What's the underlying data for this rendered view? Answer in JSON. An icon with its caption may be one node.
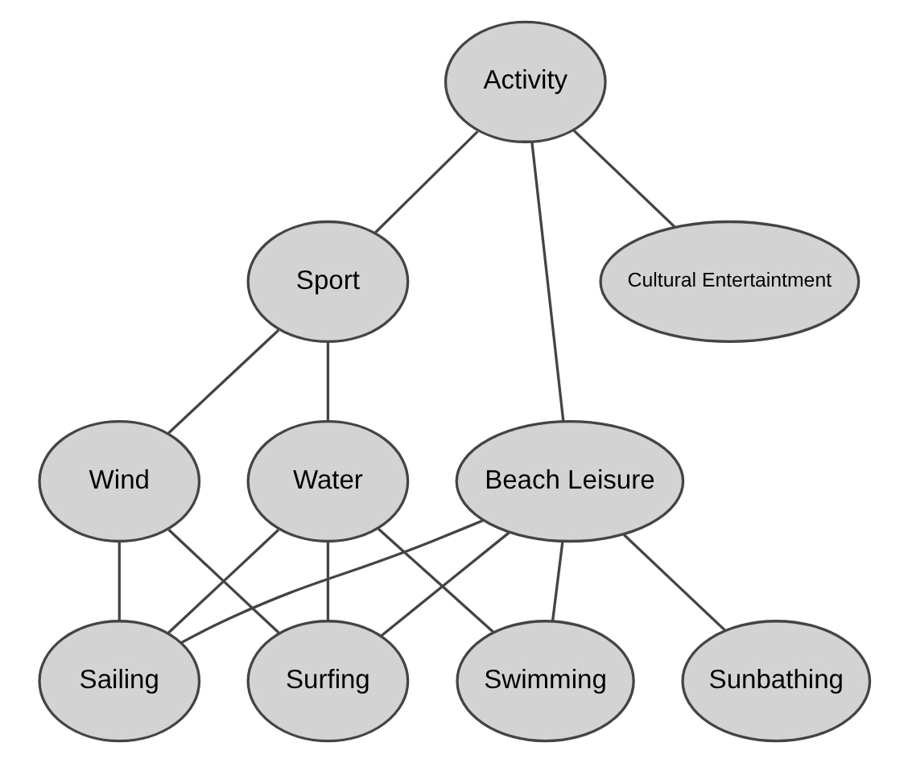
{
  "diagram": {
    "nodes": [
      {
        "text": [
          "Activity"
        ]
      },
      {
        "text": [
          "Sport"
        ]
      },
      {
        "text": [
          "Cultural Entertaintment"
        ]
      },
      {
        "text": [
          "Beach Leisure"
        ]
      },
      {
        "text": [
          "Wind"
        ]
      },
      {
        "text": [
          "Water"
        ]
      },
      {
        "text": [
          "Surfing"
        ]
      },
      {
        "text": [
          "Sailing"
        ]
      },
      {
        "text": [
          "Swimming"
        ]
      },
      {
        "text": [
          "Sunbathing"
        ]
      }
    ],
    "edges": [
      {
        "from": 0,
        "to": 1,
        "arrow": "none"
      },
      {
        "from": 0,
        "to": 2,
        "arrow": "none"
      },
      {
        "from": 0,
        "to": 3,
        "arrow": "none"
      },
      {
        "from": 1,
        "to": 4,
        "arrow": "none"
      },
      {
        "from": 1,
        "to": 5,
        "arrow": "none"
      },
      {
        "from": 4,
        "to": 6,
        "arrow": "none"
      },
      {
        "from": 4,
        "to": 7,
        "arrow": "none"
      },
      {
        "from": 5,
        "to": 6,
        "arrow": "none"
      },
      {
        "from": 5,
        "to": 7,
        "arrow": "none"
      },
      {
        "from": 5,
        "to": 8,
        "arrow": "none"
      },
      {
        "from": 3,
        "to": 6,
        "arrow": "none"
      },
      {
        "from": 3,
        "to": 7,
        "arrow": "none"
      },
      {
        "from": 3,
        "to": 8,
        "arrow": "none"
      },
      {
        "from": 3,
        "to": 9,
        "arrow": "none"
      }
    ]
  }
}
